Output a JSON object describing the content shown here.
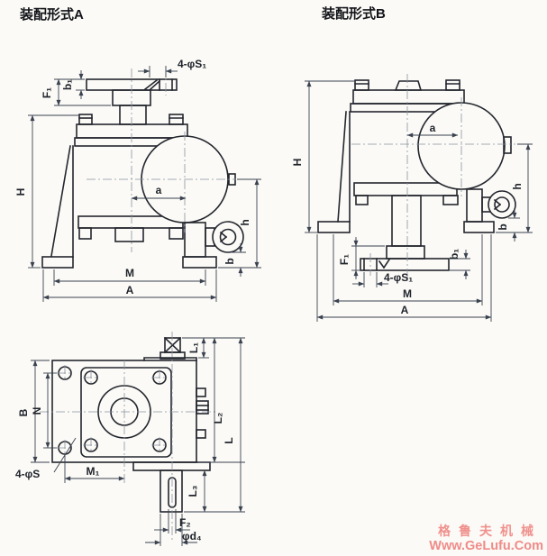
{
  "colors": {
    "paper": "#fbfaf6",
    "outline": "#23262e",
    "dimension": "#3a4250",
    "centerline": "#8b93a2",
    "watermark_pink": "#f0918d"
  },
  "form_a": {
    "title": "装配形式A",
    "dims": {
      "s1": "4-φS₁",
      "F1": "F₁",
      "b1": "b₁",
      "H": "H",
      "a": "a",
      "h": "h",
      "b": "b",
      "M": "M",
      "A": "A"
    }
  },
  "form_b": {
    "title": "装配形式B",
    "dims": {
      "s1": "4-φS₁",
      "F1": "F₁",
      "b1": "b₁",
      "H": "H",
      "a": "a",
      "h": "h",
      "b": "b",
      "M": "M",
      "A": "A"
    }
  },
  "bottom_view": {
    "dims": {
      "B": "B",
      "N": "N",
      "s": "4-φS",
      "M1": "M₁",
      "L1": "L₁",
      "L2": "L₂",
      "L3": "L₃",
      "L": "L",
      "F2": "F₂",
      "d4": "φd₄"
    }
  },
  "watermark": {
    "line1": "格鲁夫机械",
    "line2": "Www.GeLufu.Com"
  }
}
